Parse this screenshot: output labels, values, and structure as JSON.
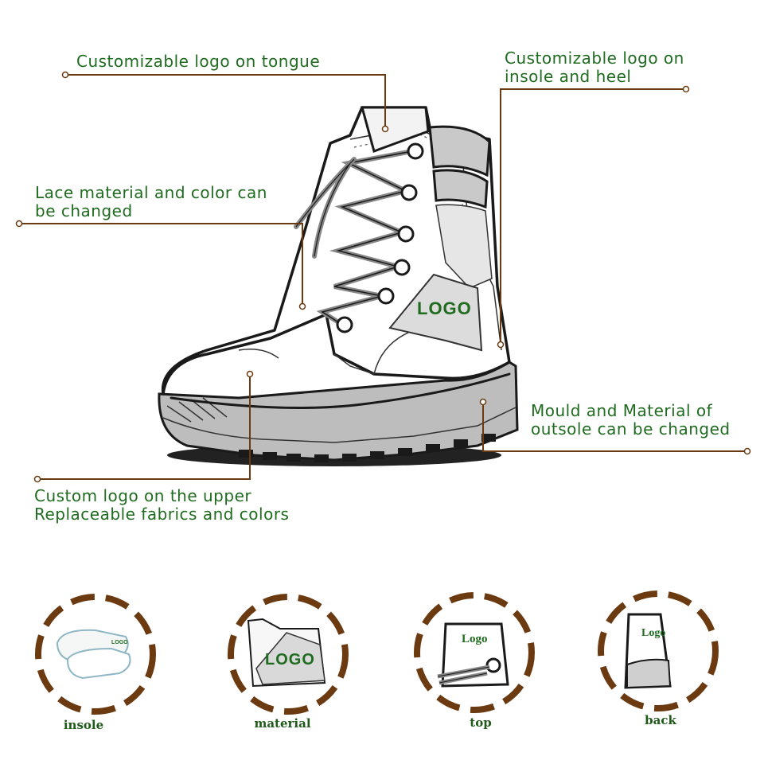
{
  "callouts": {
    "tongue": "Customizable logo on tongue",
    "insole_heel": "Customizable logo on\ninsole and heel",
    "lace": "Lace material and color can\nbe changed",
    "outsole": "Mould and Material of\noutsole can be changed",
    "upper": "Custom logo on the upper\nReplaceable fabrics and colors"
  },
  "boot_logo": "LOGO",
  "badges": [
    {
      "label": "insole",
      "logo": "LOGO"
    },
    {
      "label": "material",
      "logo": "LOGO"
    },
    {
      "label": "top",
      "logo": "Logo"
    },
    {
      "label": "back",
      "logo": "Logo"
    }
  ],
  "colors": {
    "text_green": "#1f6b1f",
    "leader_brown": "#6b3a10",
    "badge_ring": "#6b3a10"
  }
}
